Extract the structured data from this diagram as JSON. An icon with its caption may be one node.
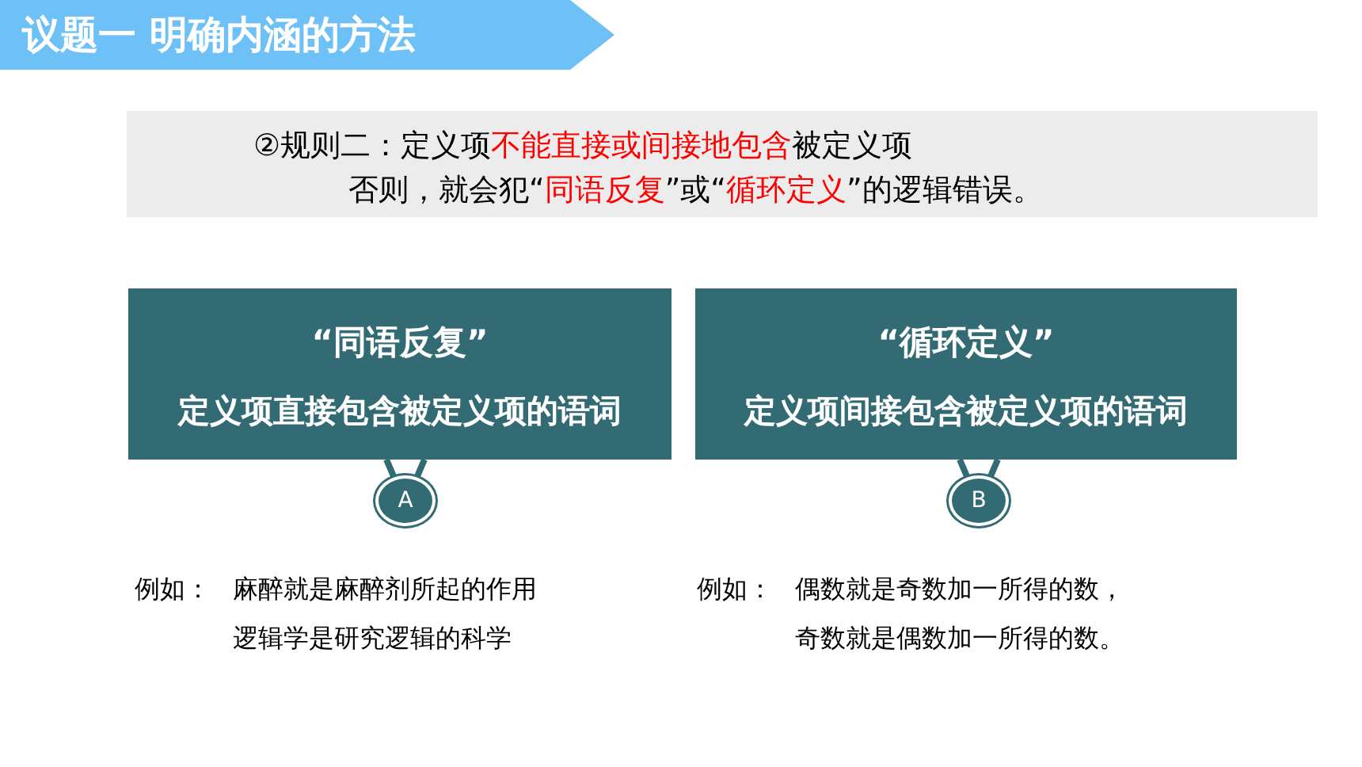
{
  "diagram": {
    "title": "议题一 明确内涵的方法",
    "nodes": [
      {
        "text": [
          "②规则二：定义项**不能直接或间接地包含**被定义项",
          "否则，就会犯“**同语反复**”或“**循环定义**”的逻辑错误。"
        ]
      },
      {
        "text": [
          "“同语反复”",
          "定义项直接包含被定义项的语词"
        ]
      },
      {
        "text": [
          "A"
        ]
      },
      {
        "text": [
          "“循环定义”",
          "定义项间接包含被定义项的语词"
        ]
      },
      {
        "text": [
          "B"
        ]
      }
    ],
    "edges": [
      {
        "from": 1,
        "to": 2,
        "arrow": "none"
      },
      {
        "from": 3,
        "to": 4,
        "arrow": "none"
      }
    ],
    "labels": [
      "例如：",
      "麻醉就是麻醉剂所起的作用",
      "例如：",
      "偶数就是奇数加一所得的数，",
      "逻辑学是研究逻辑的科学",
      "奇数就是偶数加一所得的数。"
    ]
  }
}
